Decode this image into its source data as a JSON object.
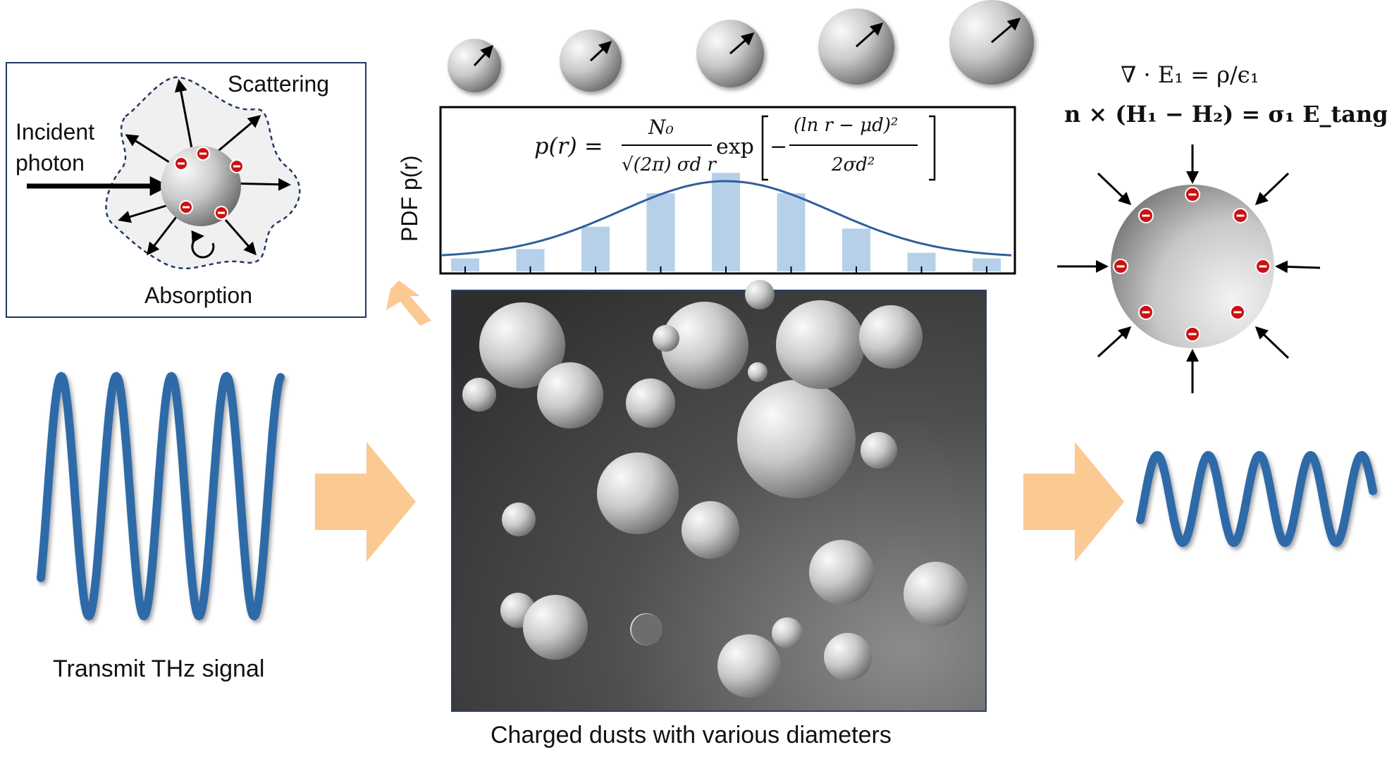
{
  "scattering_box": {
    "incident_label_line1": "Incident",
    "incident_label_line2": "photon",
    "scattering_label": "Scattering",
    "absorption_label": "Absorption"
  },
  "pdf_panel": {
    "ylabel": "PDF p(r)",
    "formula_lhs": "p(r) =",
    "formula_numerator": "N₀",
    "formula_denominator": "√(2π) σd r",
    "formula_exp": "exp",
    "formula_inner_numerator": "(ln r − μd)²",
    "formula_inner_denominator": "2σd²",
    "formula_minus": "−"
  },
  "boundary_equations": {
    "line1": "∇ · E₁ = ρ/ϵ₁",
    "line2": "n × (H₁ − H₂) = σ₁ E_tang"
  },
  "captions": {
    "transmit": "Transmit THz signal",
    "dusts": "Charged dusts with various diameters"
  },
  "colors": {
    "wave": "#2e6aa8",
    "arrow_orange": "#fbc992",
    "bar": "#b6d0ea",
    "curve": "#2e5f9a",
    "charge": "#cc1111",
    "panel_bg_dark": "#3a3a3a",
    "box_border": "#1f3864"
  },
  "chart_data": {
    "type": "bar",
    "series": [
      {
        "values": [
          0.07,
          0.12,
          0.24,
          0.42,
          0.53,
          0.42,
          0.23,
          0.1,
          0.07
        ]
      }
    ],
    "overlay": "lognormal curve",
    "grid": false
  }
}
